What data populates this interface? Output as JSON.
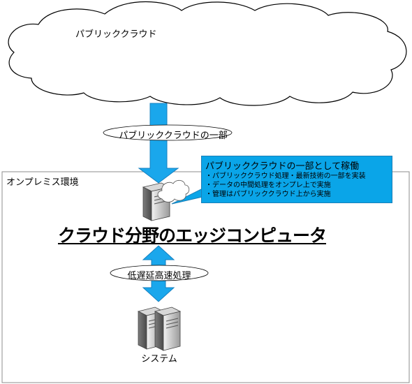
{
  "cloud": {
    "label": "パブリッククラウド"
  },
  "arrow_top": {
    "label": "パブリッククラウドの一部"
  },
  "onprem": {
    "label": "オンプレミス環境"
  },
  "callout": {
    "title": "パブリッククラウドの一部として稼働",
    "items": [
      "・パブリッククラウド処理・最新技術の一部を実装",
      "・データの中間処理をオンプレ上で実施",
      "・管理はパブリッククラウド上から実施"
    ]
  },
  "edge": {
    "title": "クラウド分野のエッジコンピュータ"
  },
  "arrow_bottom": {
    "label": "低遅延高速処理"
  },
  "system": {
    "label": "システム"
  },
  "icons": [
    "cloud-icon",
    "edge-server-icon",
    "mini-cloud-icon",
    "server-pair-icon"
  ],
  "colors": {
    "arrow": "#1aa7ec",
    "callout_bg": "#0aa5e8"
  }
}
